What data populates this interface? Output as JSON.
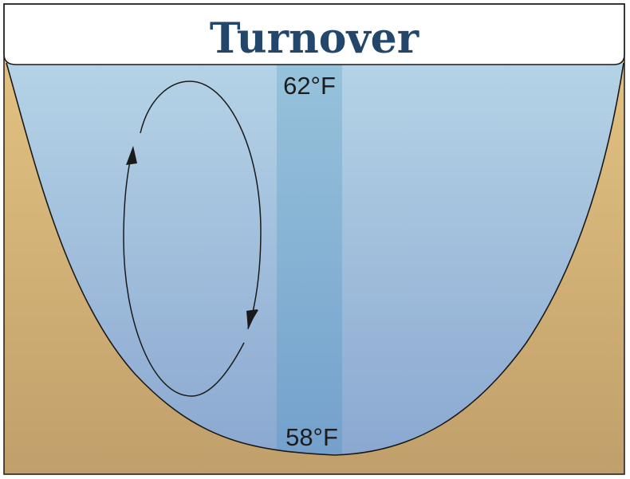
{
  "title": "Turnover",
  "temperature_top": "62°F",
  "temperature_bottom": "58°F",
  "colors": {
    "title": "#23466b",
    "water_top": "#b5d3e6",
    "water_bottom": "#8ba8d1",
    "column_top": "#92bfd9",
    "column_bottom": "#6f9fcb",
    "soil_top": "#e6c684",
    "soil_bottom": "#c19f6b",
    "outline": "#1a1a1a"
  },
  "icons": [
    "circulation-arrow-icon"
  ]
}
